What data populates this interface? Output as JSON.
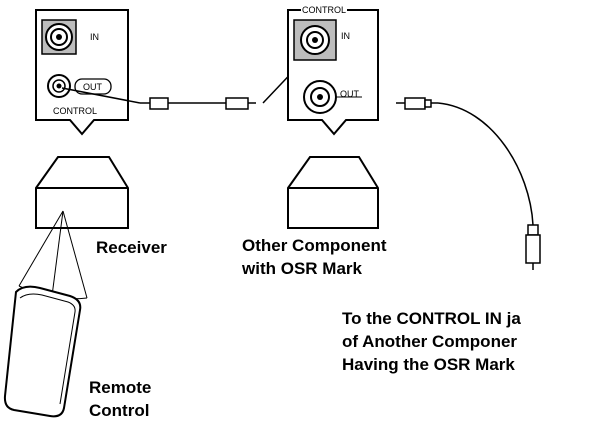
{
  "receiver_panel": {
    "in_label": "IN",
    "out_label": "OUT",
    "control_label": "CONTROL"
  },
  "other_panel": {
    "control_label": "CONTROL",
    "in_label": "IN",
    "out_label": "OUT"
  },
  "captions": {
    "receiver": "Receiver",
    "other_component_line1": "Other Component",
    "other_component_line2": "with OSR Mark",
    "to_control_line1": "To the CONTROL IN ja",
    "to_control_line2": "of Another Componer",
    "to_control_line3": "Having the OSR Mark",
    "remote_line1": "Remote",
    "remote_line2": "Control"
  }
}
